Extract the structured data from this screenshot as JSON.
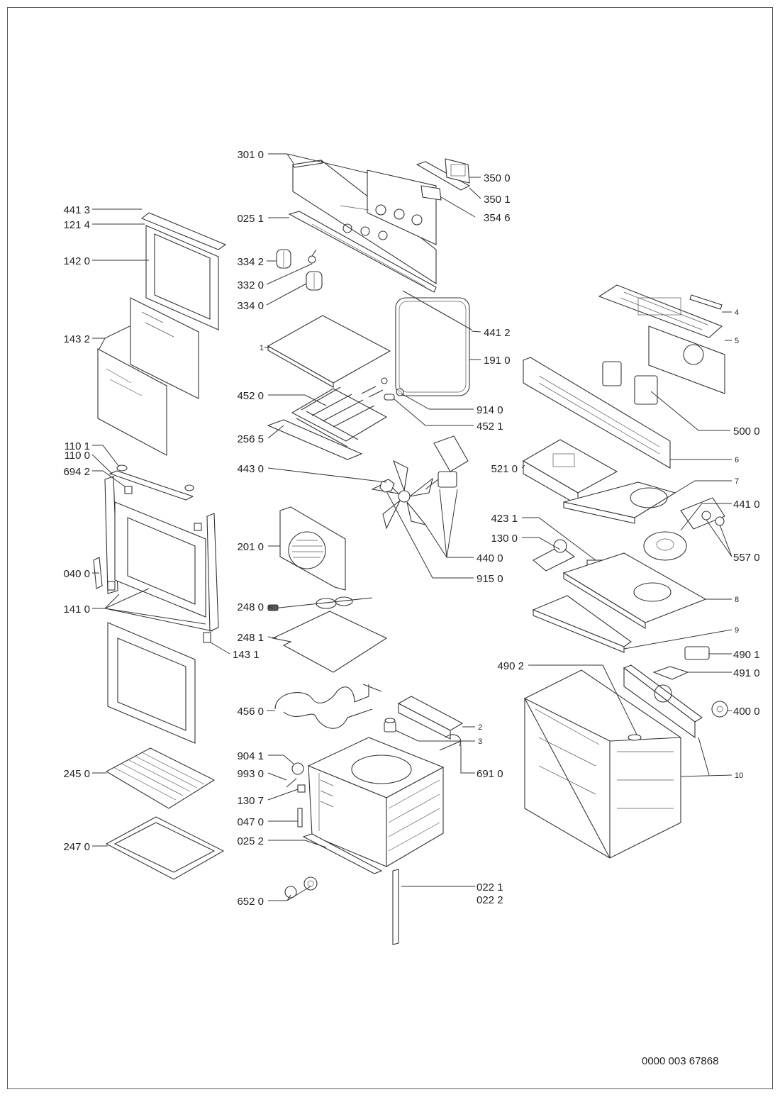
{
  "document_number": "0000 003 67868",
  "labels": {
    "p3010": "301 0",
    "p3500": "350 0",
    "p3501": "350 1",
    "p3546": "354 6",
    "p0251": "025 1",
    "p4413": "441 3",
    "p1214": "121 4",
    "p1420": "142 0",
    "p3342": "334 2",
    "p3320": "332 0",
    "p3340": "334 0",
    "p4412": "441 2",
    "p1910": "191 0",
    "p1432": "143 2",
    "p1": "1",
    "p4": "4",
    "p5": "5",
    "p4520": "452 0",
    "p9140": "914 0",
    "p4521": "452 1",
    "p2565": "256 5",
    "p5000": "500 0",
    "p1101": "110 1",
    "p1100": "110 0",
    "p6942": "694 2",
    "p4430": "443 0",
    "p5210": "521 0",
    "p6": "6",
    "p7": "7",
    "p4410": "441 0",
    "p4231": "423 1",
    "p1300": "130 0",
    "p5570": "557 0",
    "p2010": "201 0",
    "p4400": "440 0",
    "p0400": "040 0",
    "p9150": "915 0",
    "p1410": "141 0",
    "p2480": "248 0",
    "p8": "8",
    "p2481": "248 1",
    "p9": "9",
    "p1431": "143 1",
    "p4901": "490 1",
    "p4902": "490 2",
    "p4910": "491 0",
    "p4560": "456 0",
    "p4000": "400 0",
    "p2": "2",
    "p3": "3",
    "p9041": "904 1",
    "p9930": "993 0",
    "p6910": "691 0",
    "p10": "10",
    "p2450": "245 0",
    "p1307": "130 7",
    "p0470": "047 0",
    "p2470": "247 0",
    "p0252": "025 2",
    "p0221": "022 1",
    "p0222": "022 2",
    "p6520": "652 0"
  }
}
